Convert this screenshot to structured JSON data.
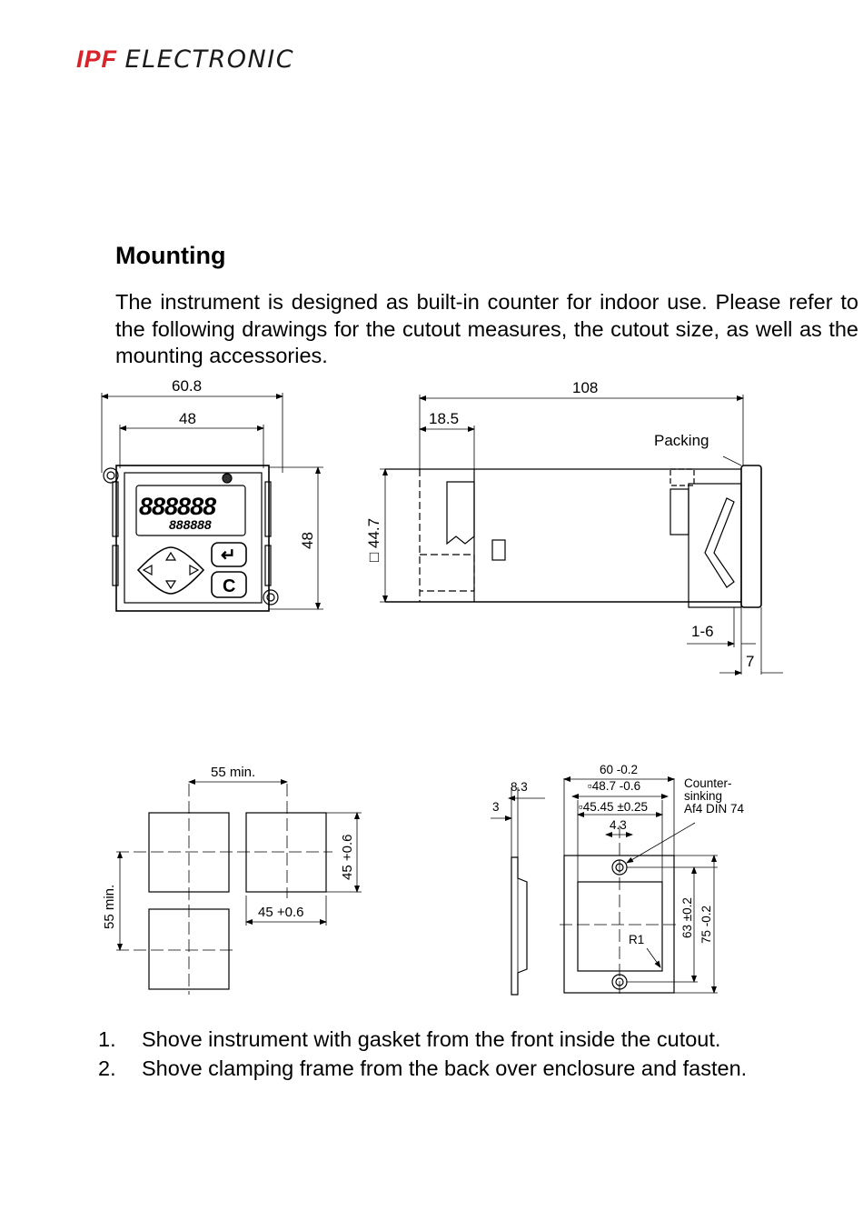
{
  "header": {
    "brand": "IPF",
    "brand_rest": "ELECTRONIC"
  },
  "section": {
    "title": "Mounting",
    "intro": "The instrument is designed as built-in counter for indoor use. Please refer to the following drawings for the cutout measures, the cutout size, as well as the mounting accessories."
  },
  "figure_front": {
    "dim_total_width": "60.8",
    "dim_inner_width": "48",
    "dim_height": "48",
    "display_main": "888888",
    "display_sub": "888888",
    "key_enter": "↵",
    "key_clear": "C"
  },
  "figure_side": {
    "dim_length": "108",
    "dim_front": "18.5",
    "dim_height": "□ 44.7",
    "label_packing": "Packing",
    "dim_panel": "1-6",
    "dim_bezel": "7"
  },
  "figure_cutout": {
    "dim_spacing_h": "55 min.",
    "dim_spacing_v": "55 min.",
    "dim_cut_w": "45 +0.6",
    "dim_cut_h": "45 +0.6"
  },
  "figure_frame": {
    "dim_outer": "60 -0.2",
    "dim_inner": "▫48.7 -0.6",
    "dim_hole": "▫45.45 ±0.25",
    "dim_8_3": "8.3",
    "dim_3": "3",
    "dim_4_3": "4.3",
    "countersink_1": "Counter-",
    "countersink_2": "sinking",
    "countersink_3": "Af4  DIN 74",
    "dim_63": "63 ±0.2",
    "dim_75": "75 -0.2",
    "radius": "R1"
  },
  "steps": [
    {
      "num": "1.",
      "text": "Shove instrument with gasket from the front inside the cutout."
    },
    {
      "num": "2.",
      "text": "Shove clamping frame from the back over enclosure and fasten."
    }
  ]
}
